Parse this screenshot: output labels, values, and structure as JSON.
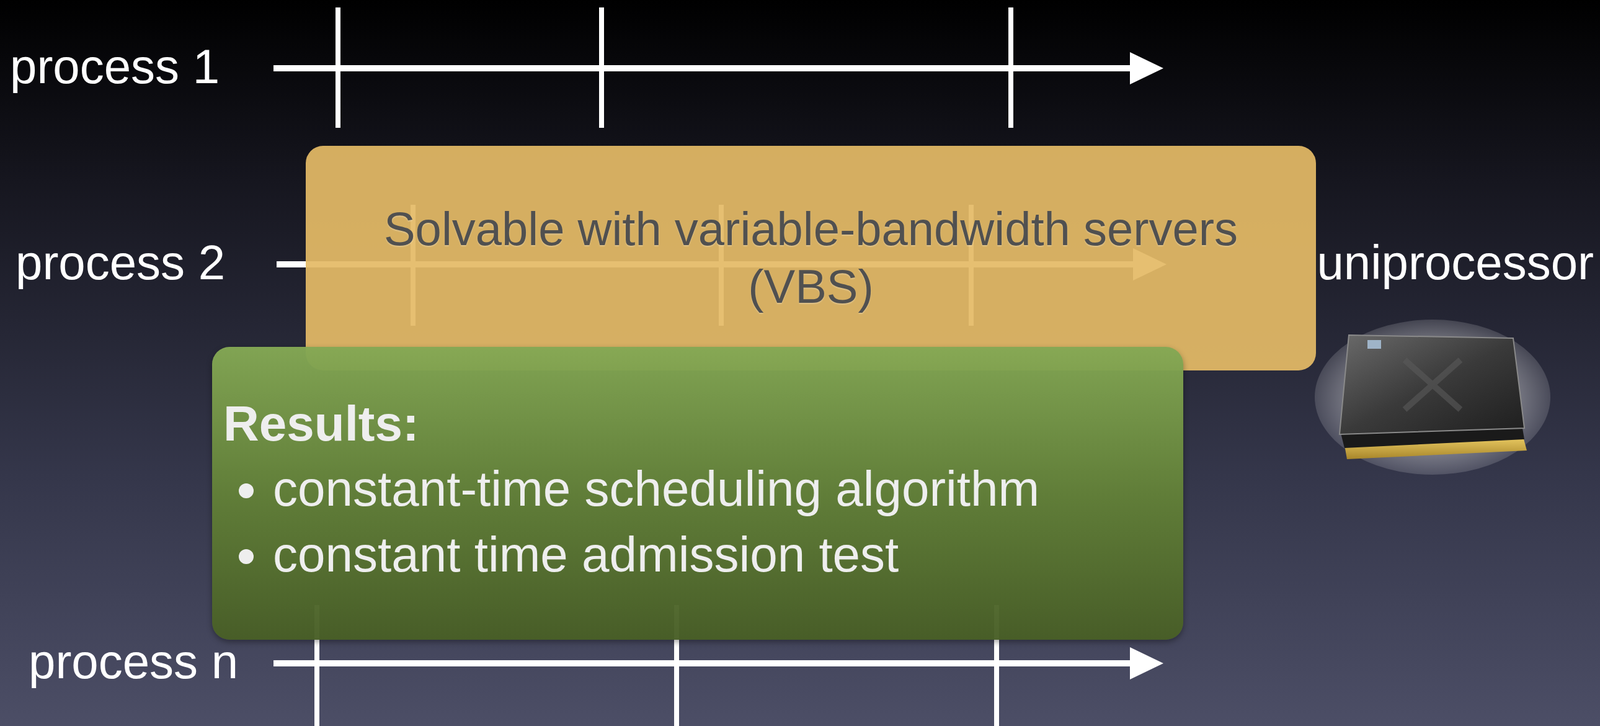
{
  "diagram": {
    "nodes": [
      {
        "text": [
          "Solvable with variable-bandwidth servers (VBS)"
        ]
      },
      {
        "text": [
          "Results:",
          "constant-time scheduling algorithm",
          "constant time admission test"
        ]
      }
    ],
    "labels": [
      "process 1",
      "process 2",
      "process n",
      "uniprocessor"
    ]
  }
}
